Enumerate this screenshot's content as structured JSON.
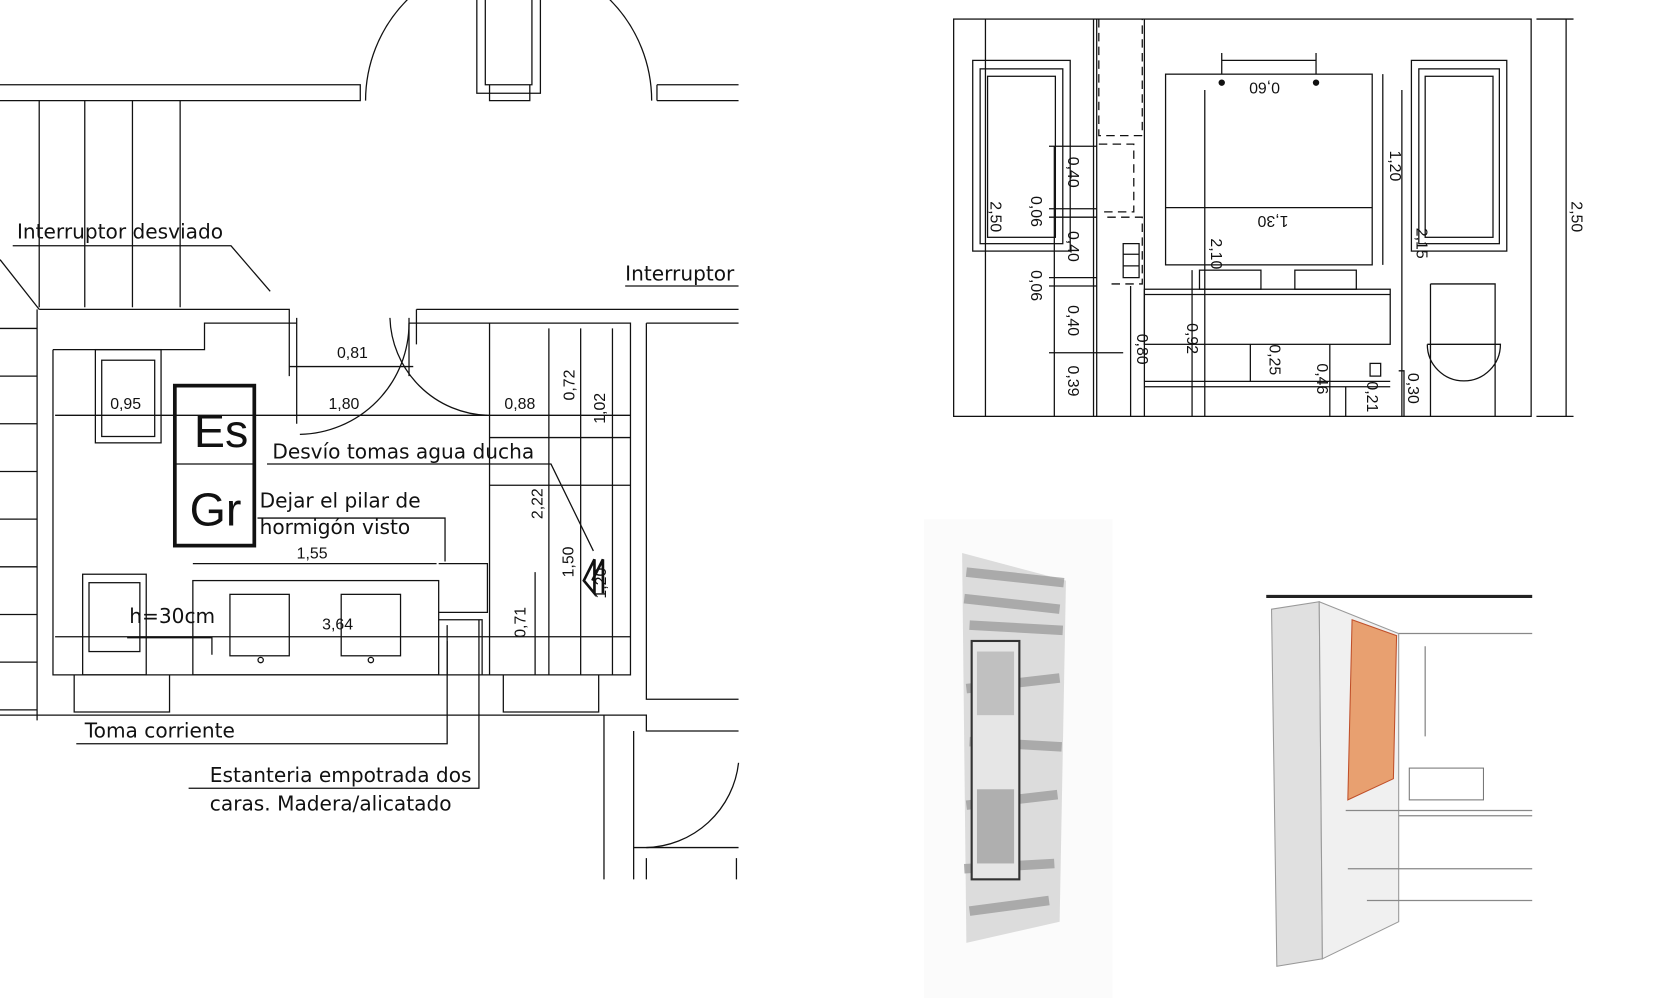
{
  "plan": {
    "labels": {
      "interruptor_desviado": "Interruptor desviado",
      "interruptor": "Interruptor",
      "desvio": "Desvío tomas agua ducha",
      "pilar_1": "Dejar el pilar de",
      "pilar_2": "hormigón visto",
      "h30": "h=30cm",
      "toma": "Toma corriente",
      "estanteria_1": "Estanteria empotrada dos",
      "estanteria_2": "caras. Madera/alicatado"
    },
    "symbols": {
      "top": "Es",
      "bottom": "Gr"
    },
    "dimensions": {
      "d081": "0,81",
      "d095": "0,95",
      "d180": "1,80",
      "d088": "0,88",
      "d072": "0,72",
      "d102": "1,02",
      "d222": "2,22",
      "d150": "1,50",
      "d120": "1,20",
      "d155": "1,55",
      "d364": "3,64",
      "d071": "0,71"
    }
  },
  "elevation": {
    "dimensions": {
      "d060": "0,60",
      "d130": "1,30",
      "d120": "1,20",
      "d250_right": "2,50",
      "d250_left": "2,50",
      "d040a": "0,40",
      "d006a": "0,06",
      "d040b": "0,40",
      "d006b": "0,06",
      "d040c": "0,40",
      "d039": "0,39",
      "d080": "0,80",
      "d092": "0,92",
      "d210": "2,10",
      "d025": "0,25",
      "d046": "0,46",
      "d021": "0,21",
      "d030": "0,30",
      "d215": "2,15"
    }
  }
}
